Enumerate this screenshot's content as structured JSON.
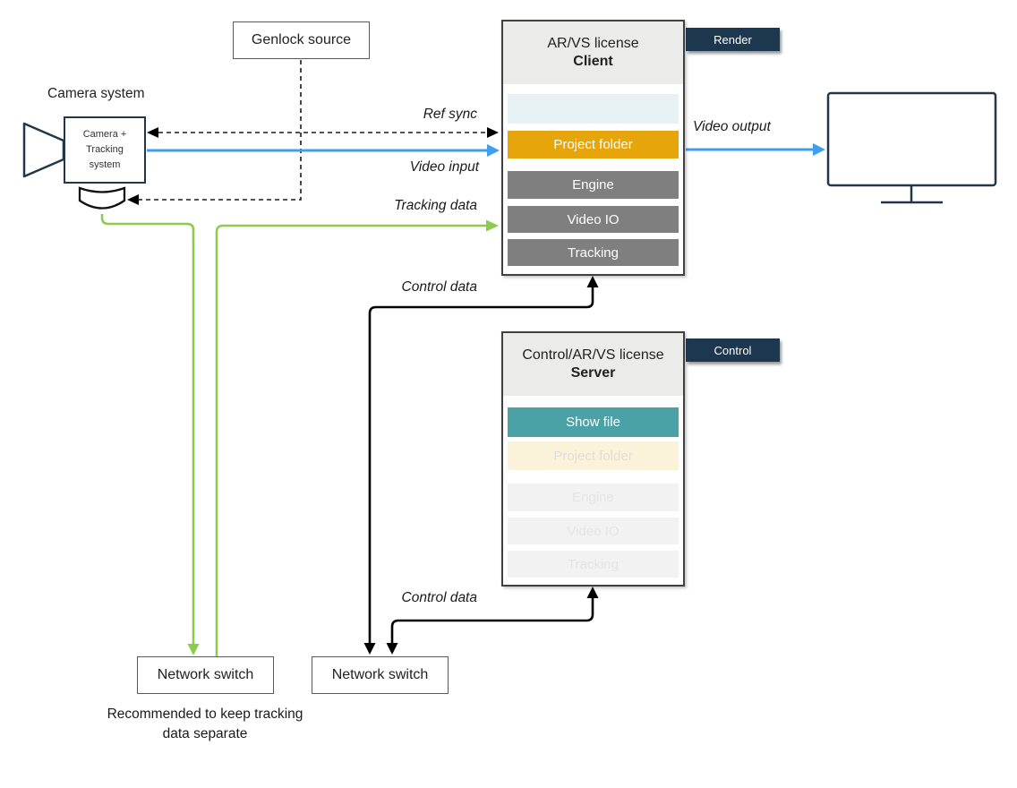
{
  "diagram": {
    "camera": {
      "title": "Camera system",
      "box_label": "Camera +\nTracking\nsystem"
    },
    "genlock": {
      "label": "Genlock source"
    },
    "client": {
      "license": "AR/VS license",
      "role": "Client",
      "tag": "Render",
      "rows": [
        {
          "label": ""
        },
        {
          "label": "Project folder"
        },
        {
          "label": "Engine"
        },
        {
          "label": "Video IO"
        },
        {
          "label": "Tracking"
        }
      ]
    },
    "server": {
      "license": "Control/AR/VS license",
      "role": "Server",
      "tag": "Control",
      "rows": [
        {
          "label": "Show file"
        },
        {
          "label": "Project folder"
        },
        {
          "label": "Engine"
        },
        {
          "label": "Video IO"
        },
        {
          "label": "Tracking"
        }
      ]
    },
    "switches": [
      {
        "label": "Network switch"
      },
      {
        "label": "Network switch"
      }
    ],
    "note": "Recommended to keep tracking data separate",
    "labels": {
      "ref_sync": "Ref sync",
      "video_input": "Video input",
      "tracking_data": "Tracking data",
      "control_data": "Control data",
      "video_output": "Video output"
    },
    "colors": {
      "blue": "#3E9FEE",
      "green": "#8CCB4E",
      "orange": "#E6A50A",
      "teal": "#4AA2A6",
      "navy": "#1D384E",
      "row_gray": "#7F7F7F",
      "pale_blue": "#E7F2F5",
      "pale_cream": "#FBF2DA"
    }
  }
}
